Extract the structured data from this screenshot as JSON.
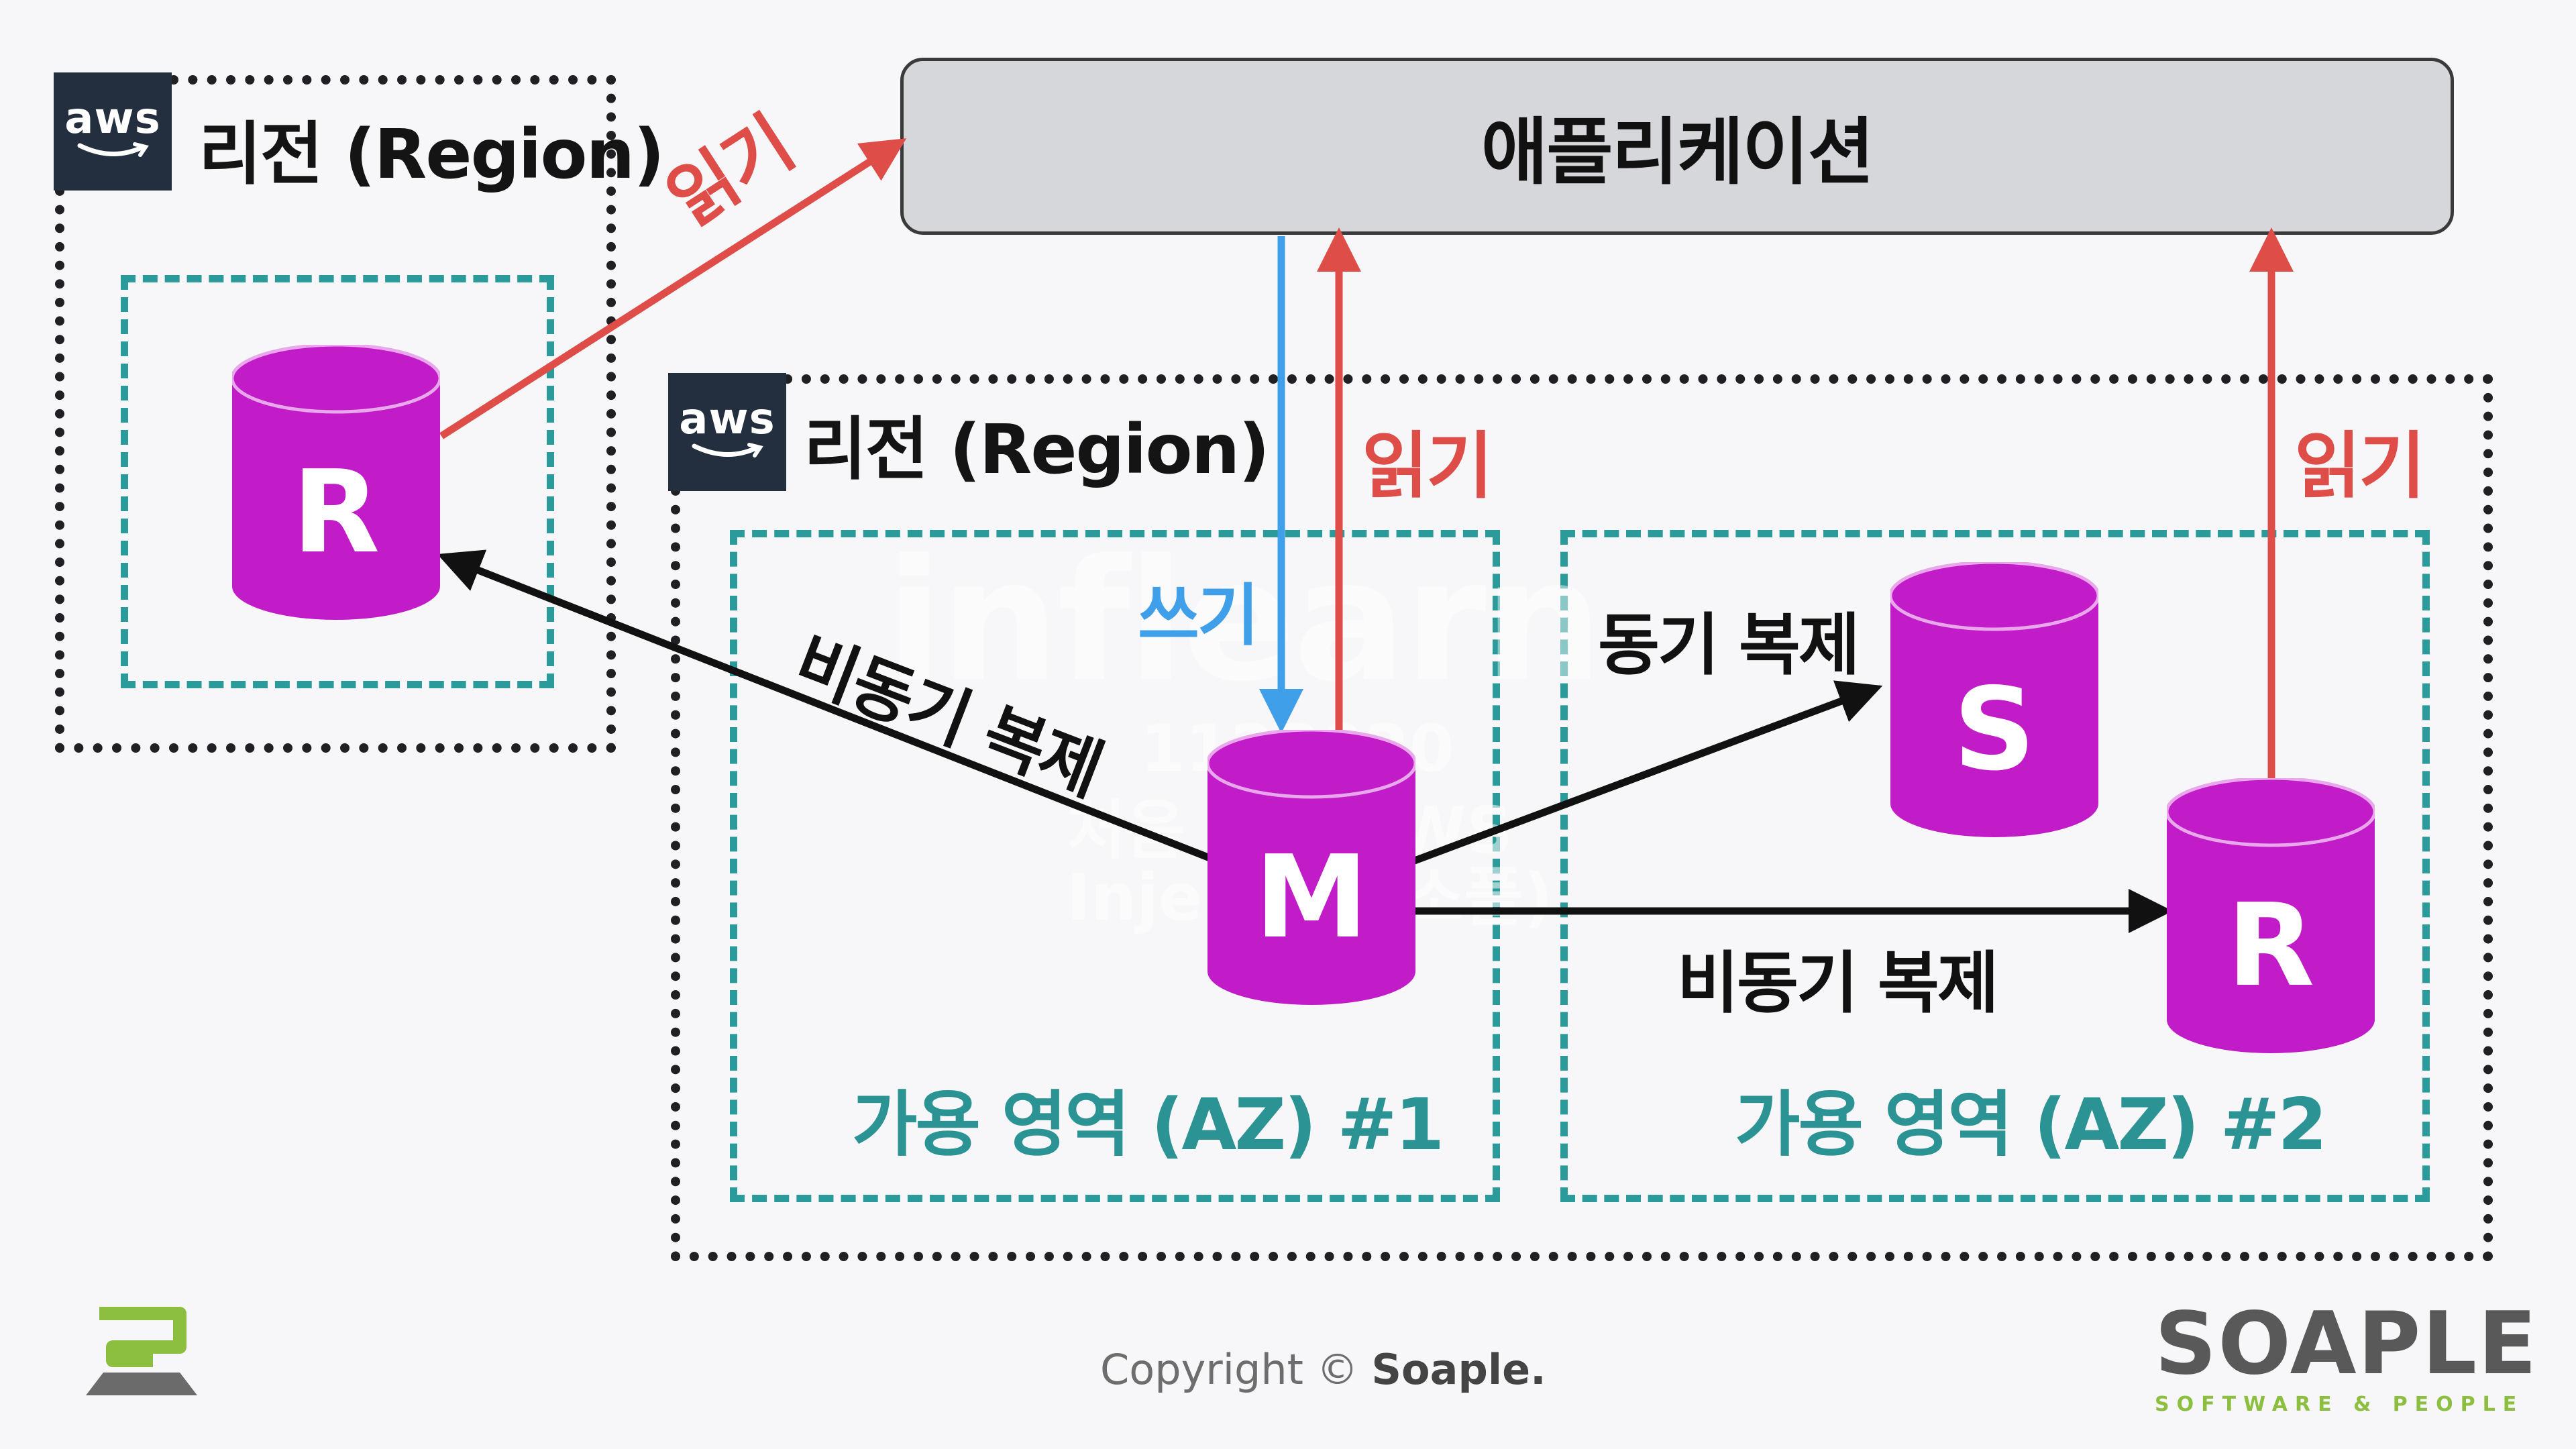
{
  "application": {
    "label": "애플리케이션"
  },
  "regions": {
    "left": {
      "aws": "aws",
      "label": "리전 (Region)"
    },
    "main": {
      "aws": "aws",
      "label": "리전 (Region)"
    }
  },
  "availability_zones": [
    {
      "label": "가용 영역 (AZ) #1"
    },
    {
      "label": "가용 영역 (AZ) #2"
    }
  ],
  "databases": {
    "remote_replica": "R",
    "master": "M",
    "standby": "S",
    "local_replica": "R"
  },
  "labels": {
    "read_remote": "읽기",
    "read_master": "읽기",
    "read_replica": "읽기",
    "write": "쓰기",
    "async_replication_cross_region": "비동기 복제",
    "sync_replication": "동기 복제",
    "async_replication_local": "비동기 복제"
  },
  "watermark": {
    "number": "1128020",
    "course": "처음 만나 AWS",
    "author": "Inje Lee (소플)"
  },
  "footer": {
    "copyright_prefix": "Copyright © ",
    "copyright_brand": "Soaple.",
    "brand": "SOAPLE",
    "tagline": "SOFTWARE & PEOPLE"
  },
  "colors": {
    "read_arrow": "#de4d47",
    "write_arrow": "#3f9fe8",
    "replication_arrow": "#111111",
    "database": "#c21cc9",
    "az_border": "#2b9a9a",
    "region_border": "#1f1f24",
    "aws_badge": "#232f3e",
    "brand_green": "#8cbf3f"
  },
  "icons": [
    "aws-logo-icon",
    "database-cylinder-icon",
    "soaple-logo-icon"
  ]
}
